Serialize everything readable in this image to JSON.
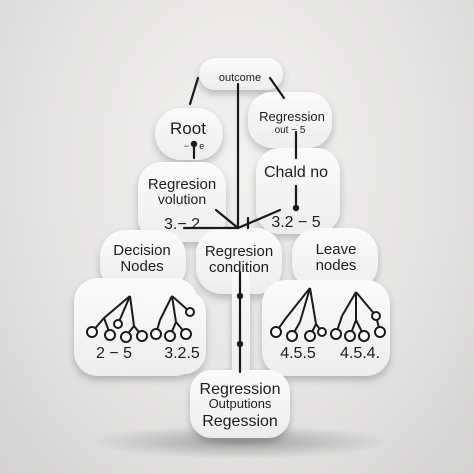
{
  "nodes": {
    "top": "outcome",
    "root_title": "Root",
    "root_sub": "− − e",
    "regression_top_title": "Regression",
    "regression_top_sub": "out − 5",
    "regression_volution_title": "Regresion",
    "regression_volution_sub": "volution",
    "regression_volution_value": "3.− 2",
    "child_no": "Chald no",
    "child_value": "3.2 − 5",
    "decision_nodes_title": "Decision",
    "decision_nodes_sub": "Nodes",
    "regression_condition_title": "Regresion",
    "regression_condition_sub": "condition",
    "leaf_nodes_title": "Leave",
    "leaf_nodes_sub": "nodes",
    "leaf_values": [
      "2 − 5",
      "3.2.5",
      "4.5.5",
      "4.5.4."
    ],
    "output_line1": "Regression",
    "output_line2": "Outputions",
    "output_line3": "Regession"
  }
}
